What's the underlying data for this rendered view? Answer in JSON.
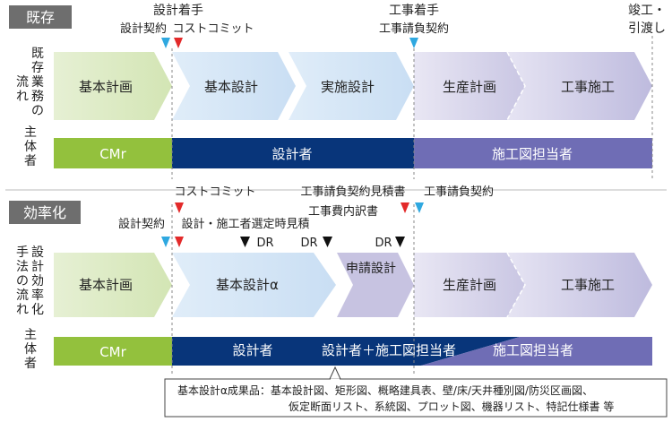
{
  "sections": {
    "existing": "既存",
    "efficient": "効率化"
  },
  "row_labels": {
    "existing_flow": [
      "既",
      "存",
      "業",
      "務",
      "の",
      "流",
      "れ"
    ],
    "existing_actor": [
      "主",
      "体",
      "者"
    ],
    "efficient_flow": [
      "設",
      "計",
      "効",
      "率",
      "化",
      "手",
      "法",
      "の",
      "流",
      "れ"
    ],
    "efficient_actor": [
      "主",
      "体",
      "者"
    ]
  },
  "milestones": {
    "design_start": "設計着手",
    "design_contract": "設計契約",
    "cost_commit": "コストコミット",
    "construction_start": "工事着手",
    "construction_contract": "工事請負契約",
    "completion_line1": "竣工・",
    "completion_line2": "引渡し",
    "eff_cost_commit": "コストコミット",
    "eff_estimate": "工事請負契約見積書",
    "eff_contract": "工事請負契約",
    "eff_breakdown": "工事費内訳書",
    "eff_design_contract": "設計契約",
    "eff_contractor_select": "設計・施工者選定時見積",
    "dr": "DR"
  },
  "existing_phases": [
    "基本計画",
    "基本設計",
    "実施設計",
    "生産計画",
    "工事施工"
  ],
  "existing_actors": [
    "CMr",
    "設計者",
    "施工図担当者"
  ],
  "efficient_phases": [
    "基本計画",
    "基本設計α",
    "申請設計",
    "生産計画",
    "工事施工"
  ],
  "efficient_actors": [
    "CMr",
    "設計者",
    "設計者＋施工図担当者",
    "施工図担当者"
  ],
  "note": {
    "line1": "基本設計α成果品：基本設計図、矩形図、概略建具表、壁/床/天井種別図/防災区画図、",
    "line2": "仮定断面リスト、系統図、プロット図、機器リスト、特記仕様書 等"
  },
  "colors": {
    "green": "#93C13D",
    "light_green": "#DDEBC6",
    "light_blue": "#D3E4F6",
    "lavender": "#CBC8E4",
    "dark_blue": "#08357A",
    "purple": "#6F6DB5",
    "marker_blue": "#2FA8E0",
    "marker_red": "#E32A2A",
    "label_bg": "#6E6E6E"
  }
}
